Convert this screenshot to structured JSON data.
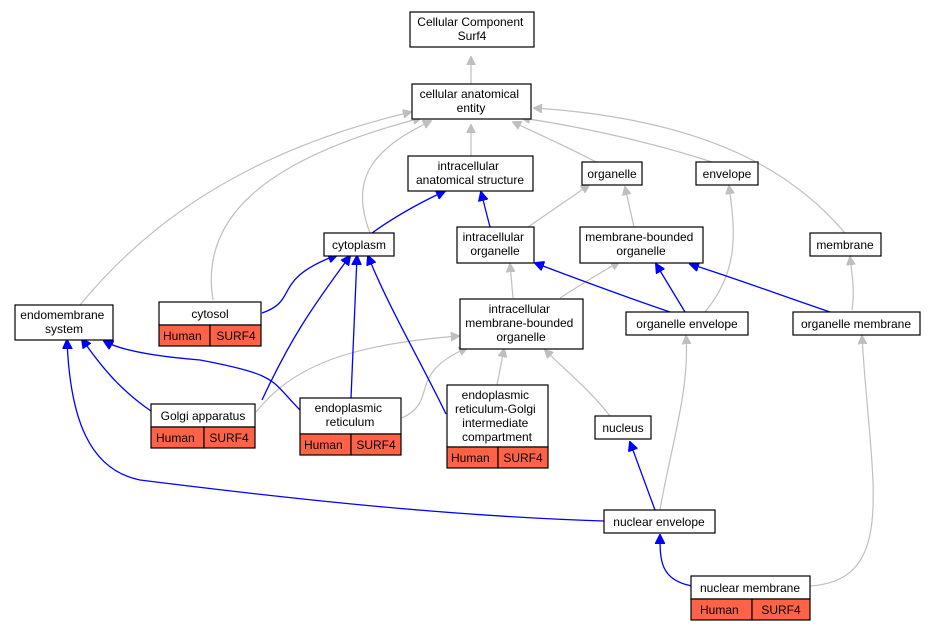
{
  "colors": {
    "part_of_edge": "#0000ff",
    "is_a_edge": "#bfbfbf",
    "annotation_fill": "#ff6347",
    "node_fill": "#ffffff"
  },
  "nodes": {
    "root": {
      "lines": [
        "Cellular Component",
        "Surf4"
      ]
    },
    "cae": {
      "lines": [
        "cellular anatomical",
        "entity"
      ]
    },
    "ias": {
      "lines": [
        "intracellular",
        "anatomical structure"
      ]
    },
    "organelle": {
      "lines": [
        "organelle"
      ]
    },
    "envelope": {
      "lines": [
        "envelope"
      ]
    },
    "cytoplasm": {
      "lines": [
        "cytoplasm"
      ]
    },
    "io": {
      "lines": [
        "intracellular",
        "organelle"
      ]
    },
    "mbo": {
      "lines": [
        "membrane-bounded",
        "organelle"
      ]
    },
    "membrane": {
      "lines": [
        "membrane"
      ]
    },
    "endo": {
      "lines": [
        "endomembrane",
        "system"
      ]
    },
    "cytosol": {
      "lines": [
        "cytosol"
      ],
      "annotation": [
        "Human",
        "SURF4"
      ]
    },
    "imbo": {
      "lines": [
        "intracellular",
        "membrane-bounded",
        "organelle"
      ]
    },
    "oe": {
      "lines": [
        "organelle envelope"
      ]
    },
    "om": {
      "lines": [
        "organelle membrane"
      ]
    },
    "golgi": {
      "lines": [
        "Golgi apparatus"
      ],
      "annotation": [
        "Human",
        "SURF4"
      ]
    },
    "er": {
      "lines": [
        "endoplasmic",
        "reticulum"
      ],
      "annotation": [
        "Human",
        "SURF4"
      ]
    },
    "ergic": {
      "lines": [
        "endoplasmic",
        "reticulum-Golgi",
        "intermediate",
        "compartment"
      ],
      "annotation": [
        "Human",
        "SURF4"
      ]
    },
    "nucleus": {
      "lines": [
        "nucleus"
      ]
    },
    "ne": {
      "lines": [
        "nuclear envelope"
      ]
    },
    "nm": {
      "lines": [
        "nuclear membrane"
      ],
      "annotation": [
        "Human",
        "SURF4"
      ]
    }
  },
  "edges": [
    {
      "from": "cae",
      "to": "root",
      "type": "is_a"
    },
    {
      "from": "ias",
      "to": "cae",
      "type": "is_a"
    },
    {
      "from": "organelle",
      "to": "cae",
      "type": "is_a"
    },
    {
      "from": "envelope",
      "to": "cae",
      "type": "is_a"
    },
    {
      "from": "membrane",
      "to": "cae",
      "type": "is_a"
    },
    {
      "from": "endo",
      "to": "cae",
      "type": "is_a"
    },
    {
      "from": "cytosol",
      "to": "cae",
      "type": "is_a"
    },
    {
      "from": "cytoplasm",
      "to": "cae",
      "type": "is_a"
    },
    {
      "from": "cytoplasm",
      "to": "ias",
      "type": "part_of"
    },
    {
      "from": "io",
      "to": "ias",
      "type": "part_of"
    },
    {
      "from": "io",
      "to": "organelle",
      "type": "is_a"
    },
    {
      "from": "mbo",
      "to": "organelle",
      "type": "is_a"
    },
    {
      "from": "imbo",
      "to": "io",
      "type": "is_a"
    },
    {
      "from": "imbo",
      "to": "mbo",
      "type": "is_a"
    },
    {
      "from": "oe",
      "to": "io",
      "type": "part_of"
    },
    {
      "from": "oe",
      "to": "mbo",
      "type": "part_of"
    },
    {
      "from": "oe",
      "to": "envelope",
      "type": "is_a"
    },
    {
      "from": "om",
      "to": "mbo",
      "type": "part_of"
    },
    {
      "from": "om",
      "to": "membrane",
      "type": "is_a"
    },
    {
      "from": "cytosol",
      "to": "cytoplasm",
      "type": "part_of"
    },
    {
      "from": "golgi",
      "to": "cytoplasm",
      "type": "part_of"
    },
    {
      "from": "golgi",
      "to": "endo",
      "type": "part_of"
    },
    {
      "from": "golgi",
      "to": "imbo",
      "type": "is_a"
    },
    {
      "from": "er",
      "to": "cytoplasm",
      "type": "part_of"
    },
    {
      "from": "er",
      "to": "endo",
      "type": "part_of"
    },
    {
      "from": "er",
      "to": "imbo",
      "type": "is_a"
    },
    {
      "from": "ergic",
      "to": "cytoplasm",
      "type": "part_of"
    },
    {
      "from": "ergic",
      "to": "imbo",
      "type": "is_a"
    },
    {
      "from": "nucleus",
      "to": "imbo",
      "type": "is_a"
    },
    {
      "from": "ne",
      "to": "nucleus",
      "type": "part_of"
    },
    {
      "from": "ne",
      "to": "endo",
      "type": "part_of"
    },
    {
      "from": "ne",
      "to": "oe",
      "type": "is_a"
    },
    {
      "from": "nm",
      "to": "ne",
      "type": "part_of"
    },
    {
      "from": "nm",
      "to": "om",
      "type": "is_a"
    }
  ]
}
